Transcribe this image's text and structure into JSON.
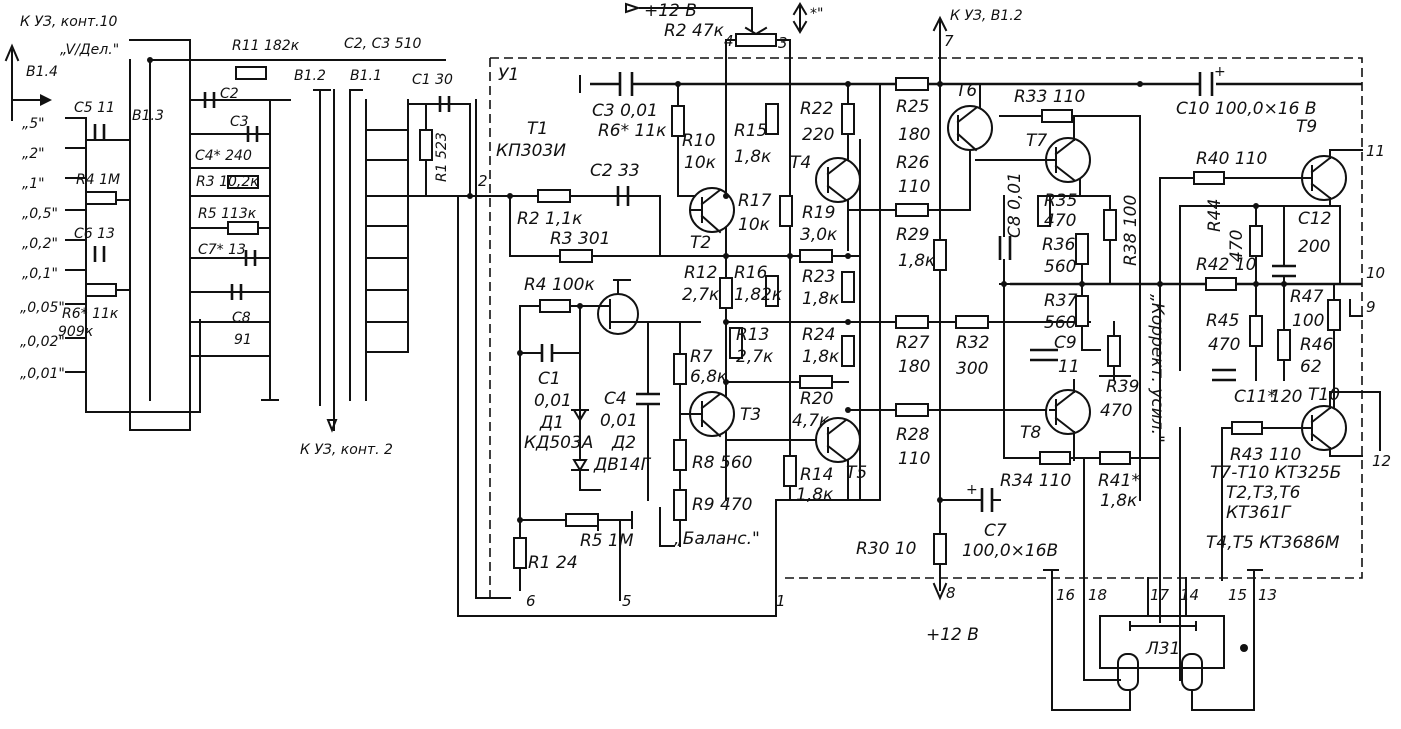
{
  "block_label": "У1",
  "connections": {
    "ku3_kont10": "К УЗ, конт.10",
    "ku3_kont2": "К УЗ, конт. 2",
    "ku3_b12": "К УЗ, В1.2",
    "plus12v_top": "+12 В",
    "plus12v_bottom": "+12 В",
    "v_div": "„V/Дел.\"",
    "star": "*\"",
    "korrekt": "„Коррект. усил.\"",
    "balans": "„Баланс.\"",
    "lamp": "Л31"
  },
  "switch_labels": {
    "b14": "В1.4",
    "b13": "В1.3",
    "b12": "В1.2",
    "b11": "В1.1"
  },
  "range_labels": [
    "„5\"",
    "„2\"",
    "„1\"",
    "„0,5\"",
    "„0,2\"",
    "„0,1\"",
    "„0,05\"",
    "„0,02\"",
    "„0,01\""
  ],
  "components": {
    "c5": "С5 11",
    "r4a": "R4 1М",
    "c6": "С6 13",
    "r6": "R6* 11к",
    "r6v": "909к",
    "r11": "R11 182к",
    "c2c3": "С2, С3 510",
    "c1a": "С1 30",
    "r1a": "R1 523",
    "c2a": "С2",
    "c3a": "С3",
    "c4a": "С4* 240",
    "r3a": "R3 10,2к",
    "r5a": "R5 113к",
    "c7a": "С7* 13",
    "c8a": "С8",
    "c8v": "91",
    "t1": "Т1",
    "t1type": "КП303И",
    "r2": "R2 1,1к",
    "c2": "С2 33",
    "r3": "R3 301",
    "r4": "R4 100к",
    "c1": "С1",
    "c1v": "0,01",
    "d1": "Д1",
    "d1type": "КД503А",
    "c4": "С4",
    "c4v": "0,01",
    "d2": "Д2",
    "d2type": "ДВ14Г",
    "r5": "R5 1М",
    "r1": "R1 24",
    "rp2": "R2 47к",
    "c3": "С3 0,01",
    "r10": "R10",
    "r10v": "10к",
    "r15": "R15",
    "r15v": "1,8к",
    "t2": "Т2",
    "r17": "R17",
    "r17v": "10к",
    "r12": "R12",
    "r12v": "2,7к",
    "r16": "R16",
    "r16v": "1,82к",
    "r7": "R7",
    "r7v": "6,8к",
    "r13": "R13",
    "r13v": "2,7к",
    "t3": "Т3",
    "r8": "R8 560",
    "r9": "R9 470",
    "r22": "R22",
    "r22v": "220",
    "t4": "Т4",
    "r19": "R19",
    "r19v": "3,0к",
    "r23": "R23",
    "r23v": "1,8к",
    "r24": "R24",
    "r24v": "1,8к",
    "r20": "R20",
    "r20v": "4,7к",
    "r14": "R14",
    "r14v": "1,8к",
    "t5": "Т5",
    "r25": "R25",
    "r25v": "180",
    "r26": "R26",
    "r26v": "110",
    "r29": "R29",
    "r29v": "1,8к",
    "r27": "R27",
    "r27v": "180",
    "r32": "R32",
    "r32v": "300",
    "r28": "R28",
    "r28v": "110",
    "r30": "R30 10",
    "c7": "С7",
    "c7v": "100,0×16В",
    "t6": "Т6",
    "r33": "R33 110",
    "t7": "Т7",
    "c8": "С8 0,01",
    "r35": "R35",
    "r35v": "470",
    "r36": "R36",
    "r36v": "560",
    "r37": "R37",
    "r37v": "560",
    "c9": "С9",
    "c9v": "11",
    "r38": "R38 100",
    "r39": "R39",
    "r39v": "470",
    "t8": "Т8",
    "r34": "R34 110",
    "r41": "R41*",
    "r41v": "1,8к",
    "c10": "С10 100,0×16 В",
    "t9": "Т9",
    "r40": "R40 110",
    "r44": "R44",
    "r44v": "470",
    "c12": "С12",
    "c12v": "200",
    "r42": "R42 10",
    "r45": "R45",
    "r45v": "470",
    "r47": "R47",
    "r47v": "100",
    "r46": "R46",
    "r46v": "62",
    "c11": "С11*",
    "c11v": "120",
    "r43": "R43 110",
    "t10": "Т10"
  },
  "transistor_types": {
    "t7t10": "Т7-Т10  КТ325Б",
    "t2t3t6": "Т2,Т3,Т6",
    "t2t3t6_type": "КТ361Г",
    "t4t5": "Т4,Т5 КТ3686М"
  },
  "pins": [
    "1",
    "2",
    "3",
    "4",
    "5",
    "6",
    "7",
    "8",
    "9",
    "10",
    "11",
    "12",
    "13",
    "14",
    "15",
    "16",
    "17",
    "18"
  ]
}
